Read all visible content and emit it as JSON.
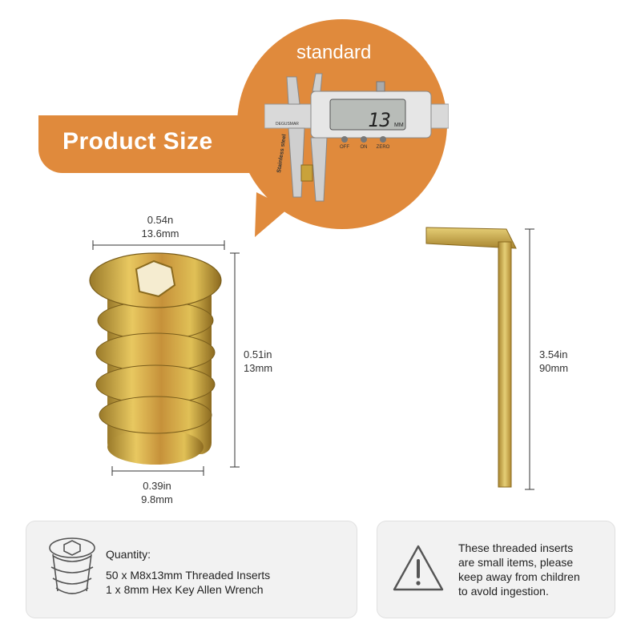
{
  "banner": {
    "title": "Product Size"
  },
  "callout": {
    "label": "standard",
    "caliper": {
      "display_value": "13",
      "display_unit": "MM",
      "brand": "DEGUSMAR",
      "material": "Stainless steel",
      "buttons": [
        "OFF",
        "ON",
        "ZERO"
      ]
    }
  },
  "insert_dims": {
    "top_width_in": "0.54n",
    "top_width_mm": "13.6mm",
    "height_in": "0.51in",
    "height_mm": "13mm",
    "bottom_width_in": "0.39in",
    "bottom_width_mm": "9.8mm"
  },
  "wrench_dims": {
    "length_in": "3.54in",
    "length_mm": "90mm"
  },
  "quantity_box": {
    "heading": "Quantity:",
    "line1": "50 x M8x13mm Threaded Inserts",
    "line2": "1 x 8mm Hex Key Allen Wrench"
  },
  "warning_box": {
    "lines": [
      "These threaded inserts",
      "are small items, please",
      "keep away from children",
      "to avold ingestion."
    ]
  },
  "colors": {
    "accent": "#e08a3c",
    "metal": "#c9a23a",
    "box_bg": "#f2f2f2"
  }
}
